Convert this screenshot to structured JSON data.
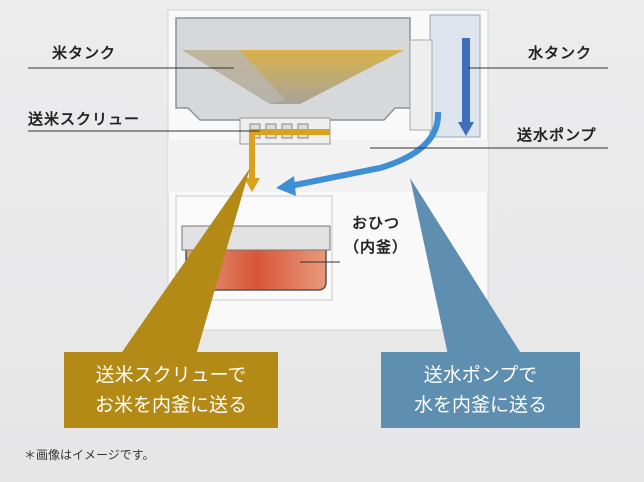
{
  "labels": {
    "rice_tank": "米タンク",
    "water_tank": "水タンク",
    "screw": "送米スクリュー",
    "pump": "送水ポンプ",
    "pot_line1": "おひつ",
    "pot_line2": "（内釜）"
  },
  "callouts": {
    "rice_line1": "送米スクリューで",
    "rice_line2": "お米を内釜に送る",
    "water_line1": "送水ポンプで",
    "water_line2": "水を内釜に送る"
  },
  "note": "＊画像はイメージです。",
  "colors": {
    "rice_accent": "#b38a16",
    "water_accent": "#5f8fb0",
    "background": "#e9e9ea",
    "text": "#222222"
  }
}
